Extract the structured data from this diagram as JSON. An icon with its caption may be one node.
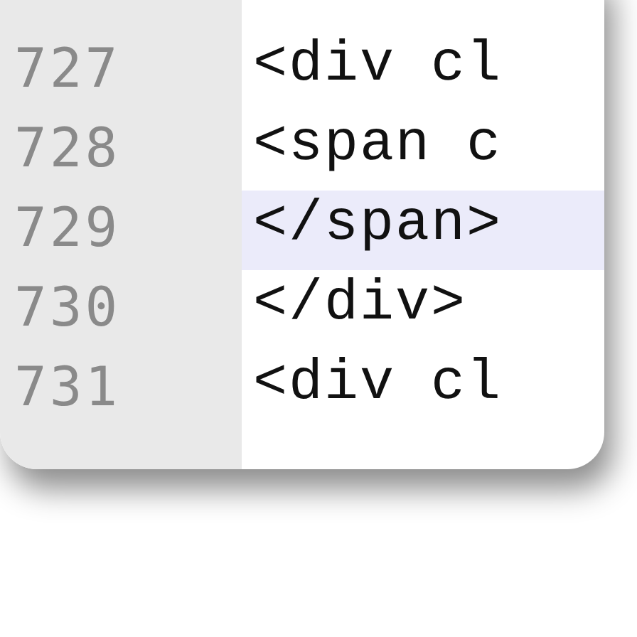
{
  "diagram": {
    "labels": [
      "727",
      "<div cl",
      "728",
      "<span c",
      "729",
      "</span>",
      "730",
      "</div>",
      "731",
      "<div cl"
    ]
  }
}
